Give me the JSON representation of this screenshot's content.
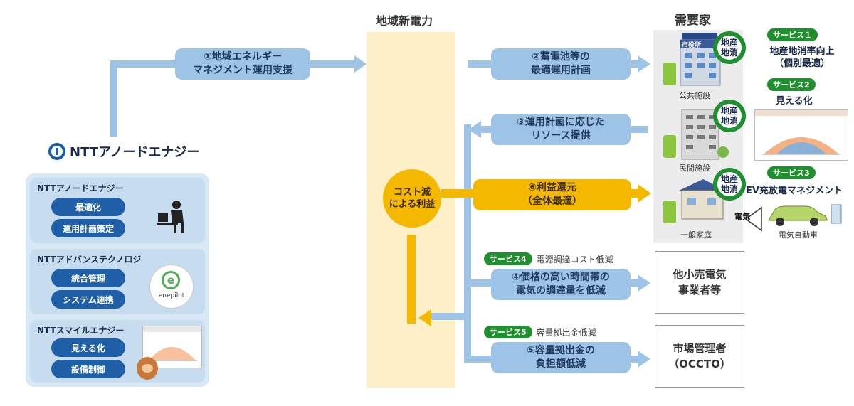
{
  "brand": {
    "logo_text": "NTTアノードエナジー"
  },
  "headers": {
    "center": "地域新電力",
    "right": "需要家"
  },
  "left_panel": {
    "cards": [
      {
        "title": "NTTアノードエナジー",
        "buttons": [
          "最適化",
          "運用計画策定"
        ]
      },
      {
        "title": "NTTアドバンステクノロジ",
        "buttons": [
          "統合管理",
          "システム連携"
        ],
        "logo_text": "enepilot"
      },
      {
        "title": "NTTスマイルエナジー",
        "buttons": [
          "見える化",
          "設備制御"
        ]
      }
    ]
  },
  "flows": {
    "f1": "①地域エネルギー\nマネジメント運用支援",
    "f2": "②蓄電池等の\n最適運用計画",
    "f3": "③運用計画に応じた\nリソース提供",
    "f6": "⑥利益還元\n（全体最適）",
    "f4": "④価格の高い時間帯の\n電気の調達量を低減",
    "f5": "⑤容量拠出金の\n負担額低減",
    "cost_circle": "コスト減\nによる利益"
  },
  "services": {
    "s1": {
      "badge": "サービス１",
      "text": "地産地消率向上\n（個別最適）"
    },
    "s2": {
      "badge": "サービス2",
      "text": "見える化"
    },
    "s3": {
      "badge": "サービス3",
      "text": "EV充放電マネジメント"
    },
    "s4": {
      "badge": "サービス4",
      "text": "電源調達コスト低減"
    },
    "s5": {
      "badge": "サービス5",
      "text": "容量拠出金低減"
    }
  },
  "facilities": {
    "public": "公共施設",
    "public_sign": "市役所",
    "private": "民間施設",
    "home": "一般家庭",
    "ev": "電気自動車",
    "electricity_tag": "電気",
    "local_loop": "地産\n地消"
  },
  "boxes": {
    "retailers": "他小売電気\n事業者等",
    "market": "市場管理者\n（OCCTO）"
  },
  "colors": {
    "flow_blue": "#9dc3e6",
    "flow_orange": "#f5b800",
    "column": "#fdf0c8",
    "service_green": "#1f8f2f"
  }
}
